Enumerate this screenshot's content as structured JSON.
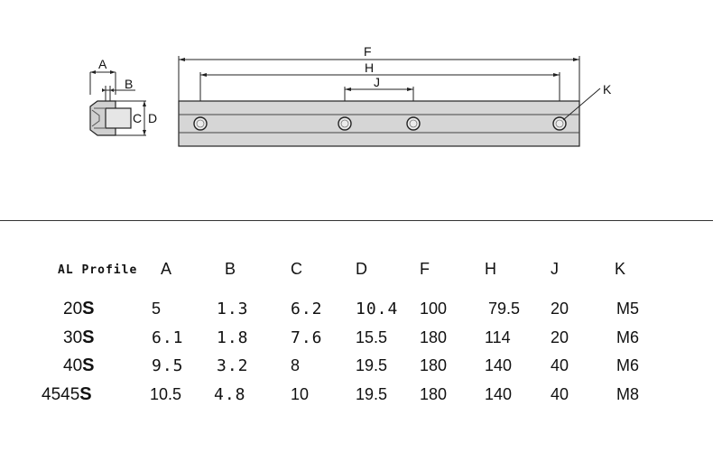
{
  "drawing": {
    "labels": {
      "A": "A",
      "B": "B",
      "C": "C",
      "D": "D",
      "F": "F",
      "H": "H",
      "J": "J",
      "K": "K"
    }
  },
  "table": {
    "profile_header": "AL Profile",
    "columns": [
      "A",
      "B",
      "C",
      "D",
      "F",
      "H",
      "J",
      "K"
    ],
    "rows": [
      {
        "profile_num": "20",
        "profile_suffix": "S",
        "values": [
          "5",
          "1.3",
          "6.2",
          "10.4",
          "100",
          "79.5",
          "20",
          "M5"
        ]
      },
      {
        "profile_num": "30",
        "profile_suffix": "S",
        "values": [
          "6.1",
          "1.8",
          "7.6",
          "15.5",
          "180",
          "114",
          "20",
          "M6"
        ]
      },
      {
        "profile_num": "40",
        "profile_suffix": "S",
        "values": [
          "9.5",
          "3.2",
          "8",
          "19.5",
          "180",
          "140",
          "40",
          "M6"
        ]
      },
      {
        "profile_num": "4545",
        "profile_suffix": "S",
        "values": [
          "10.5",
          "4.8",
          "10",
          "19.5",
          "180",
          "140",
          "40",
          "M8"
        ]
      }
    ]
  }
}
